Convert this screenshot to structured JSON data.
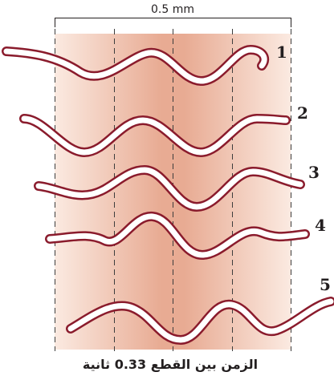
{
  "figure": {
    "scale_label": "0.5 mm",
    "frame_numbers": [
      "1",
      "2",
      "3",
      "4",
      "5"
    ],
    "caption": "الزمن بين القطع 0.33 ثانية",
    "colors": {
      "band_edge": "#fbe9df",
      "band_center": "#e7a88f",
      "worm_outline": "#8a1b2c",
      "worm_body": "#ffffff",
      "guide_lines": "#3d3d3d",
      "text": "#231f20"
    }
  }
}
